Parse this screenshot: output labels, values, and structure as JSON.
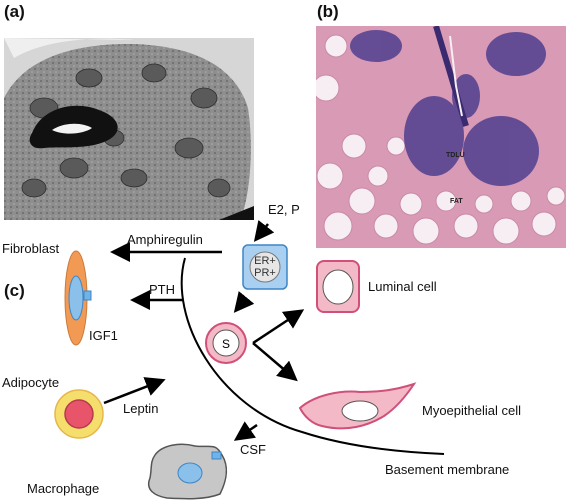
{
  "panels": {
    "a": "(a)",
    "b": "(b)",
    "c": "(c)"
  },
  "histology": {
    "tdlu": "TDLU",
    "fat": "FAT"
  },
  "cells": {
    "er_line1": "ER+",
    "er_line2": "PR+",
    "stem": "S",
    "luminal": "Luminal cell",
    "myoepithelial": "Myoepithelial cell",
    "fibroblast": "Fibroblast",
    "igf1": "IGF1",
    "adipocyte": "Adipocyte",
    "macrophage": "Macrophage",
    "basement_membrane": "Basement membrane"
  },
  "signals": {
    "hormones": "E2, P",
    "amphiregulin": "Amphiregulin",
    "pth": "PTH",
    "leptin": "Leptin",
    "csf": "CSF"
  },
  "colors": {
    "pink_fill": "#f4b9c7",
    "pink_stroke": "#d0507a",
    "blue_fill": "#b9d8f2",
    "blue_stroke": "#3d86c6",
    "orange": "#f29a54",
    "yellow": "#f6de6c",
    "red_nucleus": "#e8546a",
    "gray_cell": "#c7c7c7"
  }
}
